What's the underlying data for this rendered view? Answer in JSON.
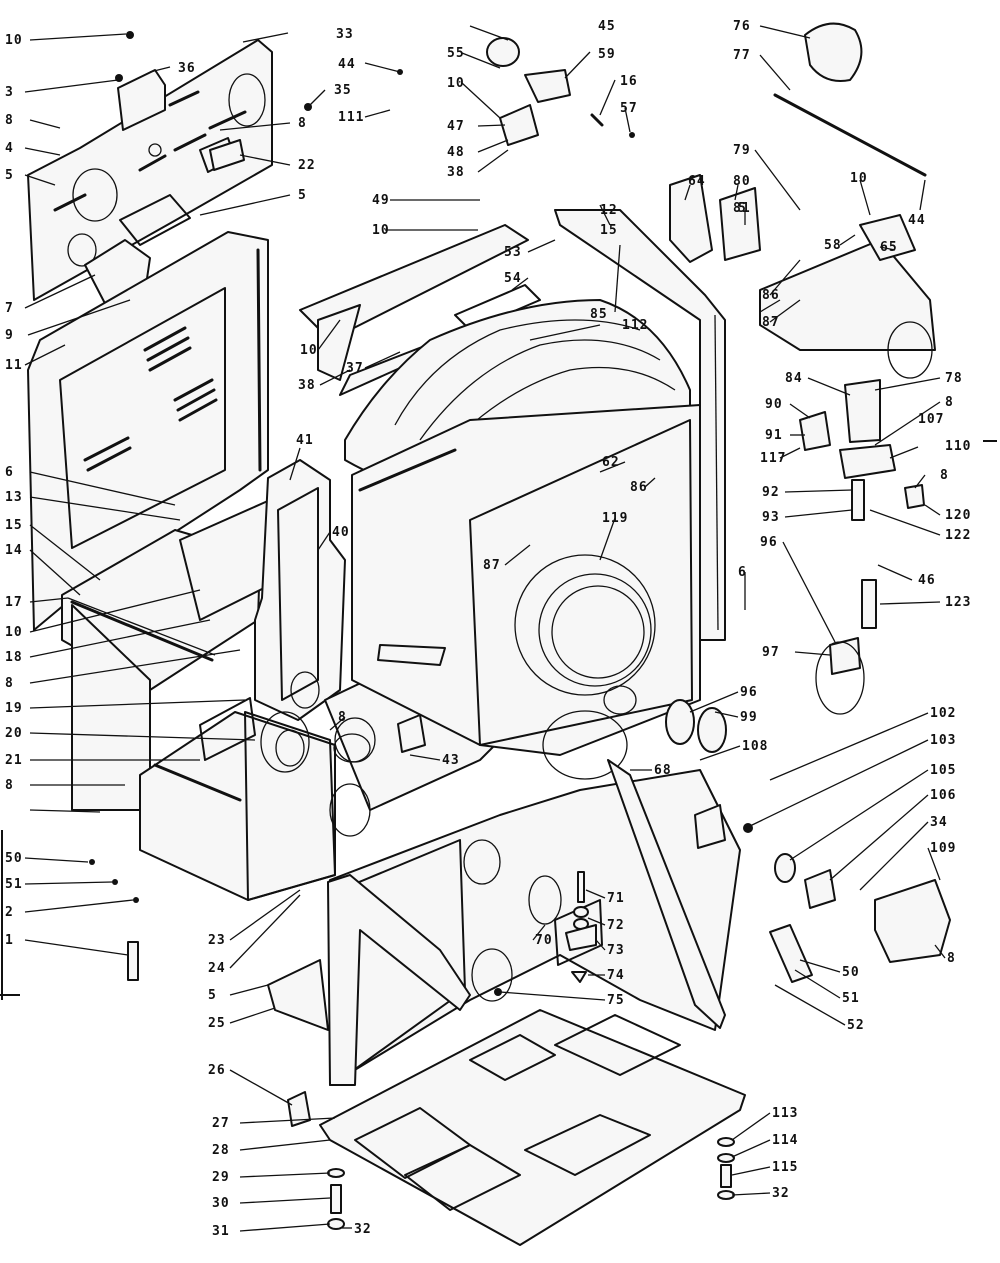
{
  "diagram": {
    "callouts": [
      "10",
      "33",
      "36",
      "44",
      "45",
      "59",
      "76",
      "77",
      "3",
      "35",
      "55",
      "10",
      "16",
      "8",
      "111",
      "8",
      "47",
      "57",
      "4",
      "48",
      "5",
      "22",
      "38",
      "79",
      "49",
      "10",
      "5",
      "10",
      "64",
      "80",
      "5",
      "44",
      "53",
      "15",
      "54",
      "12",
      "81",
      "58",
      "7",
      "85",
      "65",
      "9",
      "112",
      "86",
      "87",
      "11",
      "10",
      "38",
      "37",
      "84",
      "78",
      "90",
      "8",
      "91",
      "107",
      "110",
      "117",
      "8",
      "6",
      "92",
      "13",
      "93",
      "120",
      "15",
      "62",
      "122",
      "96",
      "86",
      "46",
      "14",
      "119",
      "123",
      "17",
      "87",
      "6",
      "97",
      "10",
      "18",
      "41",
      "8",
      "40",
      "8",
      "96",
      "102",
      "19",
      "99",
      "108",
      "20",
      "43",
      "103",
      "21",
      "105",
      "8",
      "106",
      "68",
      "34",
      "109",
      "50",
      "51",
      "71",
      "2",
      "72",
      "70",
      "73",
      "8",
      "1",
      "74",
      "50",
      "75",
      "51",
      "23",
      "52",
      "24",
      "5",
      "25",
      "26",
      "27",
      "113",
      "114",
      "28",
      "115",
      "29",
      "30",
      "32",
      "31",
      "32"
    ]
  }
}
